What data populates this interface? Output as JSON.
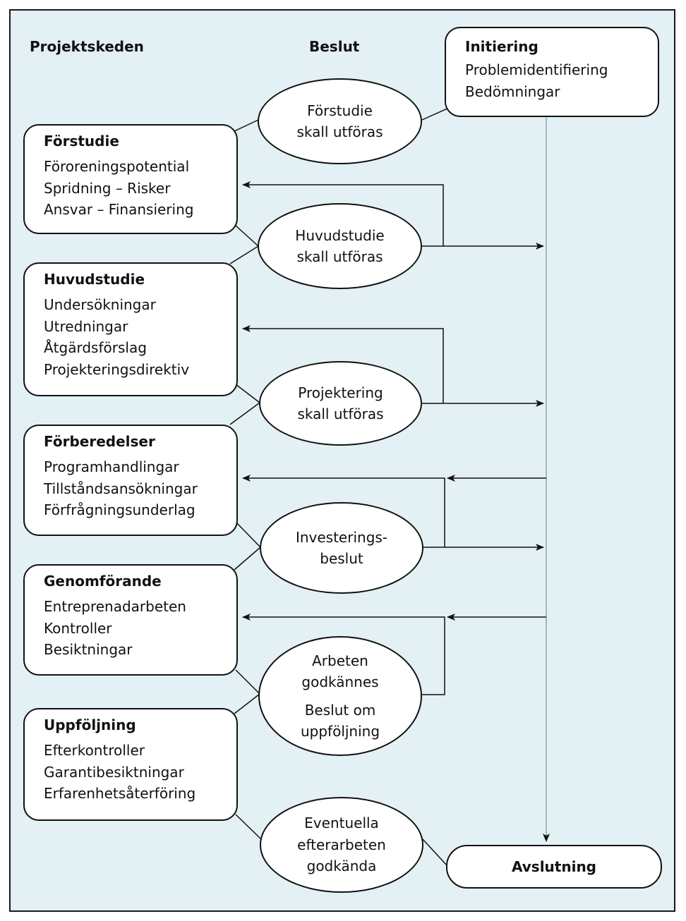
{
  "headers": {
    "stages": "Projektskeden",
    "decisions": "Beslut"
  },
  "initiation": {
    "title": "Initiering",
    "items": [
      "Problemidentifiering",
      "Bedömningar"
    ]
  },
  "stages": [
    {
      "title": "Förstudie",
      "items": [
        "Föroreningspotential",
        "Spridning – Risker",
        "Ansvar – Finansiering"
      ]
    },
    {
      "title": "Huvudstudie",
      "items": [
        "Undersökningar",
        "Utredningar",
        "Åtgärdsförslag",
        "Projekteringsdirektiv"
      ]
    },
    {
      "title": "Förberedelser",
      "items": [
        "Programhandlingar",
        "Tillståndsansökningar",
        "Förfrågningsunderlag"
      ]
    },
    {
      "title": "Genomförande",
      "items": [
        "Entreprenadarbeten",
        "Kontroller",
        "Besiktningar"
      ]
    },
    {
      "title": "Uppföljning",
      "items": [
        "Efterkontroller",
        "Garantibesiktningar",
        "Erfarenhetsåterföring"
      ]
    }
  ],
  "decisions": [
    {
      "lines": [
        "Förstudie",
        "skall utföras"
      ]
    },
    {
      "lines": [
        "Huvudstudie",
        "skall utföras"
      ]
    },
    {
      "lines": [
        "Projektering",
        "skall utföras"
      ]
    },
    {
      "lines": [
        "Investerings-",
        "beslut"
      ]
    },
    {
      "lines": [
        "Arbeten",
        "godkännes"
      ],
      "lines2": [
        "Beslut om",
        "uppföljning"
      ]
    },
    {
      "lines": [
        "Eventuella",
        "efterarbeten",
        "godkända"
      ]
    }
  ],
  "end": {
    "title": "Avslutning"
  }
}
